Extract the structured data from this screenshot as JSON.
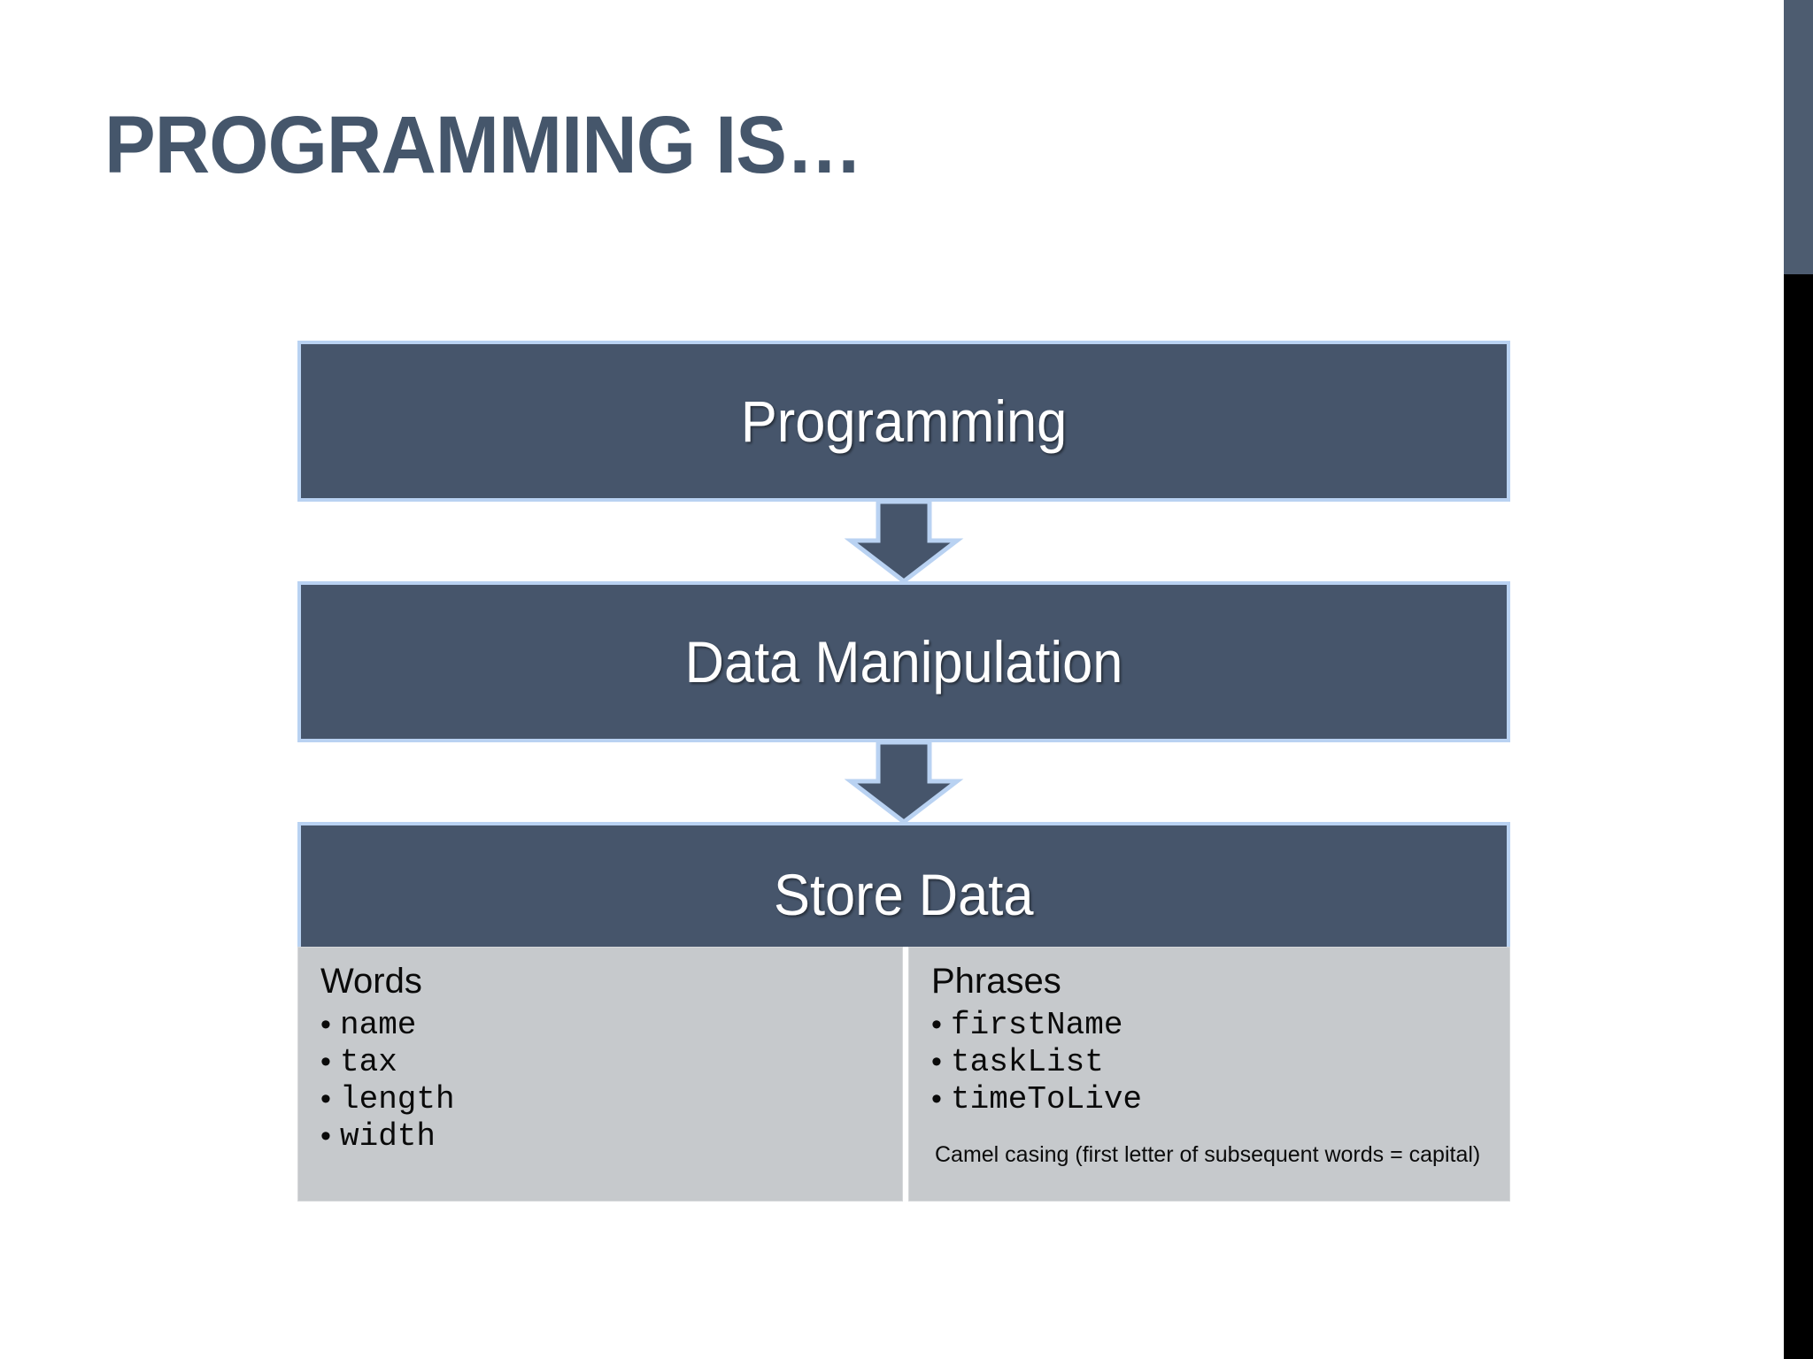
{
  "slide": {
    "title": "PROGRAMMING IS…",
    "title_color": "#45566b",
    "background_color": "#ffffff"
  },
  "theme": {
    "box_fill": "#46556b",
    "box_border": "#b9d2f2",
    "box_text": "#ffffff",
    "table_fill": "#c6c9cc",
    "table_text": "#0a0a0a",
    "edge_strip_top": "#4d5c70",
    "edge_strip_bottom": "#000000"
  },
  "flow": {
    "steps": [
      {
        "id": "programming",
        "label": "Programming"
      },
      {
        "id": "data-manipulation",
        "label": "Data Manipulation"
      },
      {
        "id": "store-data",
        "label": "Store Data"
      }
    ],
    "connectors": [
      {
        "id": "arrow-1",
        "icon": "arrow-down-icon",
        "from": "programming",
        "to": "data-manipulation"
      },
      {
        "id": "arrow-2",
        "icon": "arrow-down-icon",
        "from": "data-manipulation",
        "to": "store-data"
      }
    ]
  },
  "store_table": {
    "columns": [
      {
        "id": "words",
        "header": "Words",
        "items": [
          "name",
          "tax",
          "length",
          "width"
        ],
        "note": ""
      },
      {
        "id": "phrases",
        "header": "Phrases",
        "items": [
          "firstName",
          "taskList",
          "timeToLive"
        ],
        "note": "Camel casing (first letter of subsequent words = capital)"
      }
    ]
  }
}
